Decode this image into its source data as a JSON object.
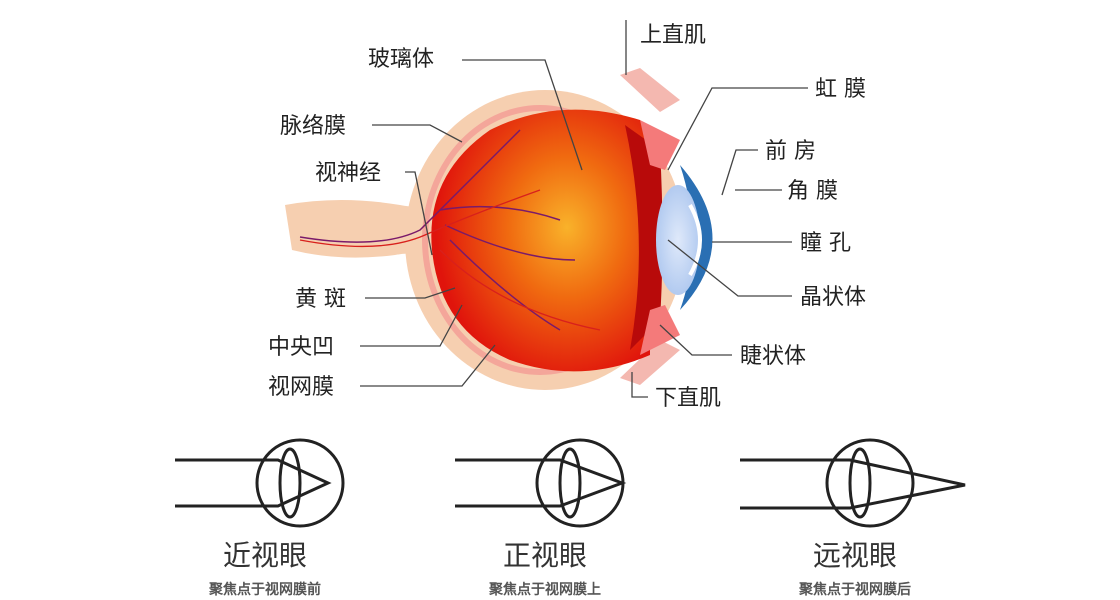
{
  "labels": {
    "vitreous": "玻璃体",
    "superior_rectus": "上直肌",
    "iris": "虹 膜",
    "anterior_chamber": "前 房",
    "cornea": "角 膜",
    "pupil": "瞳 孔",
    "lens": "晶状体",
    "ciliary_body": "睫状体",
    "inferior_rectus": "下直肌",
    "choroid": "脉络膜",
    "optic_nerve": "视神经",
    "macula": "黄 斑",
    "fovea": "中央凹",
    "retina": "视网膜"
  },
  "vision_types": [
    {
      "title": "近视眼",
      "subtitle": "聚焦点于视网膜前"
    },
    {
      "title": "正视眼",
      "subtitle": "聚焦点于视网膜上"
    },
    {
      "title": "远视眼",
      "subtitle": "聚焦点于视网膜后"
    }
  ],
  "colors": {
    "sclera": "#f6cfb0",
    "interior": "#e3140c",
    "fundus": "#f7a21c",
    "cornea": "#2a6fb3"
  }
}
